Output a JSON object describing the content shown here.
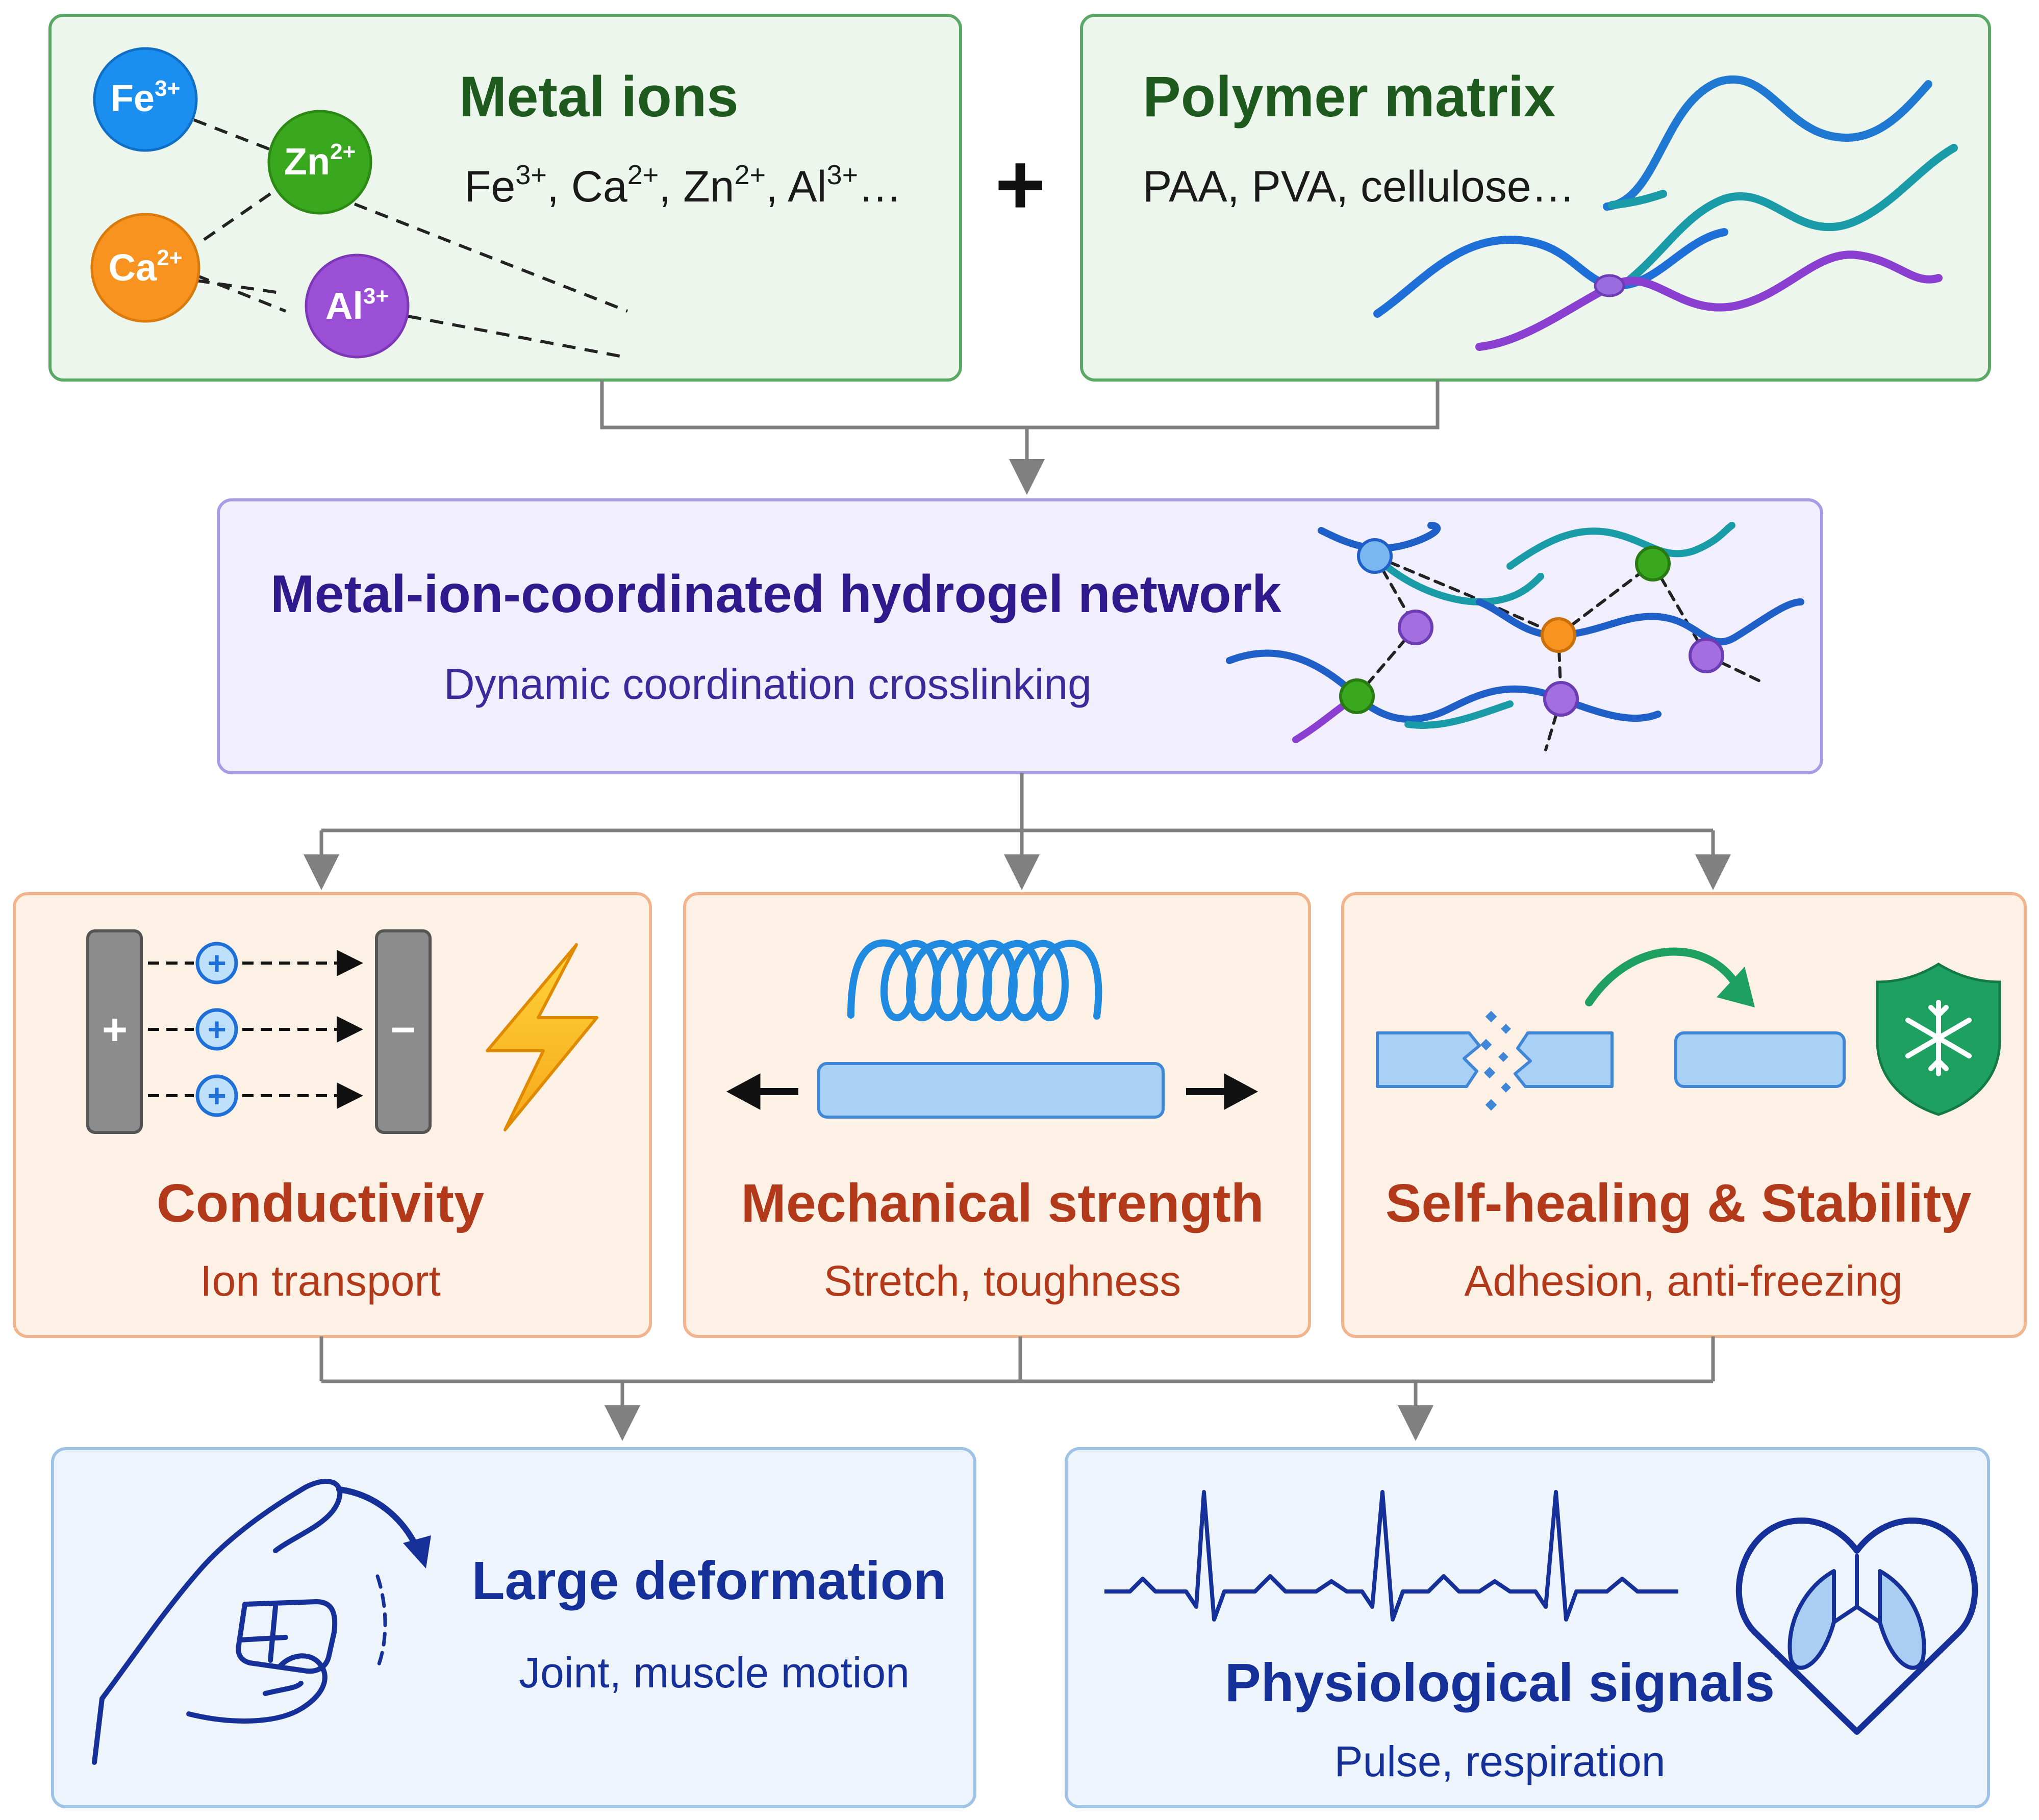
{
  "metal_ions": {
    "title": "Metal ions",
    "subtitle_parts": [
      {
        "base": "Fe",
        "sup": "3+",
        "sep": ", "
      },
      {
        "base": "Ca",
        "sup": "2+",
        "sep": ", "
      },
      {
        "base": "Zn",
        "sup": "2+",
        "sep": ", "
      },
      {
        "base": "Al",
        "sup": "3+",
        "sep": "…"
      }
    ],
    "ions": [
      {
        "base": "Fe",
        "sup": "3+",
        "color": "#1a8ff0"
      },
      {
        "base": "Zn",
        "sup": "2+",
        "color": "#3aa81e"
      },
      {
        "base": "Ca",
        "sup": "2+",
        "color": "#f7931e"
      },
      {
        "base": "Al",
        "sup": "3+",
        "color": "#9b4fd6"
      }
    ]
  },
  "plus_sign": "+",
  "polymer_matrix": {
    "title": "Polymer matrix",
    "subtitle": "PAA, PVA, cellulose…"
  },
  "network": {
    "title": "Metal-ion-coordinated hydrogel network",
    "subtitle": "Dynamic coordination crosslinking"
  },
  "properties": [
    {
      "title": "Conductivity",
      "subtitle": "Ion transport",
      "plus_label": "+",
      "minus_label": "−",
      "ion_label": "+"
    },
    {
      "title": "Mechanical strength",
      "subtitle": "Stretch, toughness"
    },
    {
      "title": "Self-healing & Stability",
      "subtitle": "Adhesion, anti-freezing"
    }
  ],
  "applications": [
    {
      "title": "Large deformation",
      "subtitle": "Joint, muscle motion"
    },
    {
      "title": "Physiological signals",
      "subtitle": "Pulse, respiration"
    }
  ],
  "colors": {
    "green_box_fill": "#edf6ec",
    "green_box_stroke": "#5aa866",
    "purple_box_fill": "#f1effd",
    "purple_box_stroke": "#a99ce6",
    "orange_box_fill": "#fdf1e6",
    "orange_box_stroke": "#f1b48c",
    "blue_box_fill": "#eef4fb",
    "blue_box_stroke": "#9ec3e6",
    "connector": "#808080"
  },
  "icons": [
    "ion-circle-icon",
    "polymer-chain-icon",
    "network-icon",
    "electrode-icon",
    "lightning-icon",
    "spring-icon",
    "stretch-arrow-icon",
    "broken-bar-icon",
    "heal-arrow-icon",
    "snowflake-shield-icon",
    "finger-bend-icon",
    "ecg-wave-icon",
    "heart-lungs-icon"
  ]
}
